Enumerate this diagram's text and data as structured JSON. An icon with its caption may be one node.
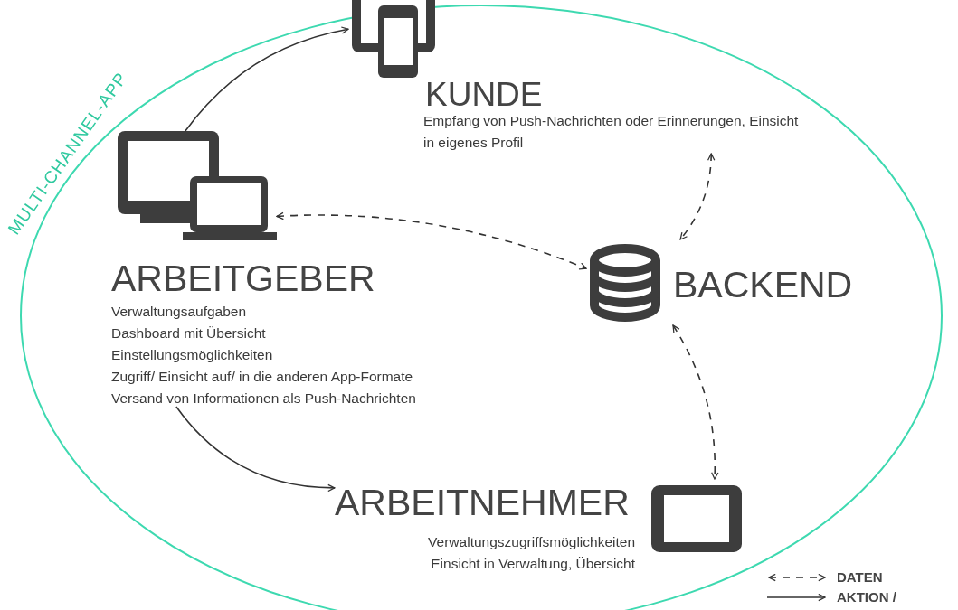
{
  "diagram": {
    "nodes": [
      {
        "text": [
          "MULTI-CHANNEL-APP"
        ]
      },
      {
        "text": [
          "KUNDE",
          "Empfang von Push-Nachrichten oder Erinnerungen, Einsicht in eigenes Profil"
        ],
        "in": 0
      },
      {
        "text": [
          "ARBEITGEBER",
          "Verwaltungsaufgaben",
          "Dashboard mit Übersicht",
          "Einstellungsmöglichkeiten",
          "Zugriff/ Einsicht auf/ in die anderen App-Formate",
          "Versand von Informationen als Push-Nachrichten"
        ],
        "in": 0
      },
      {
        "text": [
          "BACKEND"
        ],
        "in": 0
      },
      {
        "text": [
          "ARBEITNEHMER",
          "Verwaltungszugriffsmöglichkeiten",
          "Einsicht in Verwaltung, Übersicht"
        ],
        "in": 0
      }
    ],
    "edges": [
      {
        "from": 2,
        "to": 1,
        "arrow": "to"
      },
      {
        "from": 2,
        "to": 3,
        "arrow": "both",
        "style": "dashed"
      },
      {
        "from": 1,
        "to": 3,
        "arrow": "both",
        "style": "dashed"
      },
      {
        "from": 3,
        "to": 4,
        "arrow": "both",
        "style": "dashed"
      },
      {
        "from": 2,
        "to": 4,
        "arrow": "to"
      }
    ],
    "legend": [
      {
        "text": "DATEN"
      },
      {
        "text": "AKTION /"
      }
    ]
  }
}
